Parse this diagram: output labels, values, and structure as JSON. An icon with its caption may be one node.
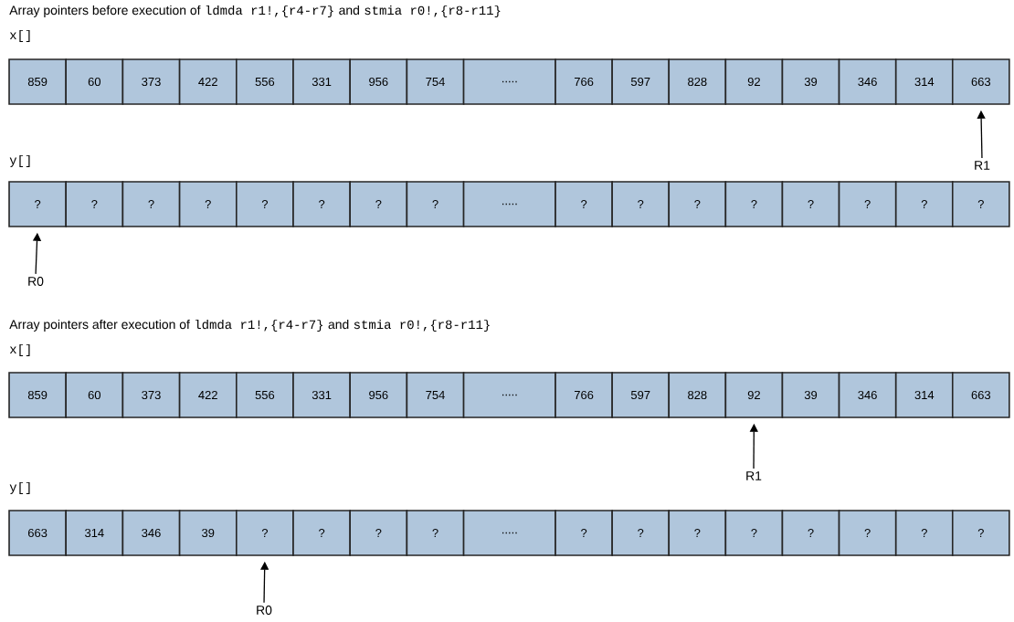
{
  "diagram": {
    "nodes": [
      {
        "text": [
          "859"
        ]
      },
      {
        "text": [
          "60"
        ]
      },
      {
        "text": [
          "373"
        ]
      },
      {
        "text": [
          "422"
        ]
      },
      {
        "text": [
          "556"
        ]
      },
      {
        "text": [
          "331"
        ]
      },
      {
        "text": [
          "956"
        ]
      },
      {
        "text": [
          "754"
        ]
      },
      {
        "text": [
          "....."
        ]
      },
      {
        "text": [
          "766"
        ]
      },
      {
        "text": [
          "597"
        ]
      },
      {
        "text": [
          "828"
        ]
      },
      {
        "text": [
          "92"
        ]
      },
      {
        "text": [
          "39"
        ]
      },
      {
        "text": [
          "346"
        ]
      },
      {
        "text": [
          "314"
        ]
      },
      {
        "text": [
          "663"
        ]
      },
      {
        "text": [
          "R1"
        ]
      },
      {
        "text": [
          "?"
        ]
      },
      {
        "text": [
          "?"
        ]
      },
      {
        "text": [
          "?"
        ]
      },
      {
        "text": [
          "?"
        ]
      },
      {
        "text": [
          "?"
        ]
      },
      {
        "text": [
          "?"
        ]
      },
      {
        "text": [
          "?"
        ]
      },
      {
        "text": [
          "?"
        ]
      },
      {
        "text": [
          "....."
        ]
      },
      {
        "text": [
          "?"
        ]
      },
      {
        "text": [
          "?"
        ]
      },
      {
        "text": [
          "?"
        ]
      },
      {
        "text": [
          "?"
        ]
      },
      {
        "text": [
          "?"
        ]
      },
      {
        "text": [
          "?"
        ]
      },
      {
        "text": [
          "?"
        ]
      },
      {
        "text": [
          "?"
        ]
      },
      {
        "text": [
          "R0"
        ]
      },
      {
        "text": [
          "859"
        ]
      },
      {
        "text": [
          "60"
        ]
      },
      {
        "text": [
          "373"
        ]
      },
      {
        "text": [
          "422"
        ]
      },
      {
        "text": [
          "556"
        ]
      },
      {
        "text": [
          "331"
        ]
      },
      {
        "text": [
          "956"
        ]
      },
      {
        "text": [
          "754"
        ]
      },
      {
        "text": [
          "....."
        ]
      },
      {
        "text": [
          "766"
        ]
      },
      {
        "text": [
          "597"
        ]
      },
      {
        "text": [
          "828"
        ]
      },
      {
        "text": [
          "92"
        ]
      },
      {
        "text": [
          "39"
        ]
      },
      {
        "text": [
          "346"
        ]
      },
      {
        "text": [
          "314"
        ]
      },
      {
        "text": [
          "663"
        ]
      },
      {
        "text": [
          "R1"
        ]
      },
      {
        "text": [
          "663"
        ]
      },
      {
        "text": [
          "314"
        ]
      },
      {
        "text": [
          "346"
        ]
      },
      {
        "text": [
          "39"
        ]
      },
      {
        "text": [
          "?"
        ]
      },
      {
        "text": [
          "?"
        ]
      },
      {
        "text": [
          "?"
        ]
      },
      {
        "text": [
          "?"
        ]
      },
      {
        "text": [
          "....."
        ]
      },
      {
        "text": [
          "?"
        ]
      },
      {
        "text": [
          "?"
        ]
      },
      {
        "text": [
          "?"
        ]
      },
      {
        "text": [
          "?"
        ]
      },
      {
        "text": [
          "?"
        ]
      },
      {
        "text": [
          "?"
        ]
      },
      {
        "text": [
          "?"
        ]
      },
      {
        "text": [
          "?"
        ]
      },
      {
        "text": [
          "R0"
        ]
      }
    ],
    "edges": [
      {
        "from": 17,
        "to": 16,
        "arrow": "to"
      },
      {
        "from": 35,
        "to": 18,
        "arrow": "to"
      },
      {
        "from": 53,
        "to": 48,
        "arrow": "to"
      },
      {
        "from": 71,
        "to": 58,
        "arrow": "to"
      }
    ],
    "labels": [
      "Array pointers before execution of",
      "ldmda r1!,{r4-r7}",
      "and",
      "stmia r0!,{r8-r11}",
      "x[]",
      "y[]",
      "Array pointers after execution of",
      "ldmda r1!,{r4-r7}",
      "and",
      "stmia r0!,{r8-r11}",
      "x[]",
      "y[]"
    ]
  }
}
